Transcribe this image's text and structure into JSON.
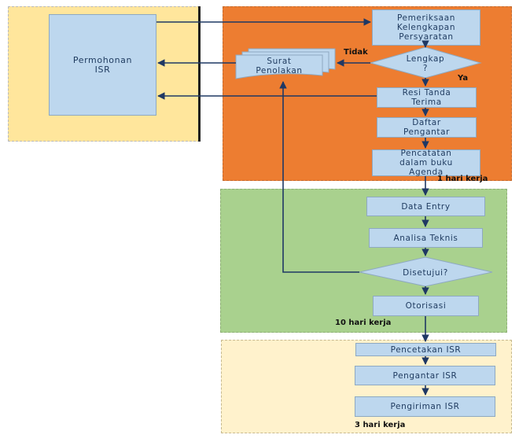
{
  "nodes": {
    "permohonan": "Permohonan\nISR",
    "pemeriksaan": "Pemeriksaan\nKelengkapan\nPersyaratan",
    "lengkap": [
      "Lengkap",
      "?"
    ],
    "surat": [
      "Surat",
      "Penolakan"
    ],
    "resi": "Resi Tanda\nTerima",
    "daftar": "Daftar\nPengantar",
    "pencatatan": "Pencatatan\ndalam buku\nAgenda",
    "data_entry": "Data Entry",
    "analisa": "Analisa Teknis",
    "disetujui": "Disetujui?",
    "otorisasi": "Otorisasi",
    "pencetakan": "Pencetakan ISR",
    "pengantar": "Pengantar ISR",
    "pengiriman": "Pengiriman ISR"
  },
  "edge_labels": {
    "tidak": "Tidak",
    "ya": "Ya"
  },
  "durations": {
    "stage1": "1 hari kerja",
    "stage2": "10 hari kerja",
    "stage3": "3 hari kerja"
  },
  "colors": {
    "applicant_region": "#ffe69c",
    "stage1_region": "#ed7d31",
    "stage2_region": "#a9d18e",
    "stage3_region": "#fff2cc",
    "process_box": "#bdd7ee",
    "arrow": "#1f3864"
  }
}
